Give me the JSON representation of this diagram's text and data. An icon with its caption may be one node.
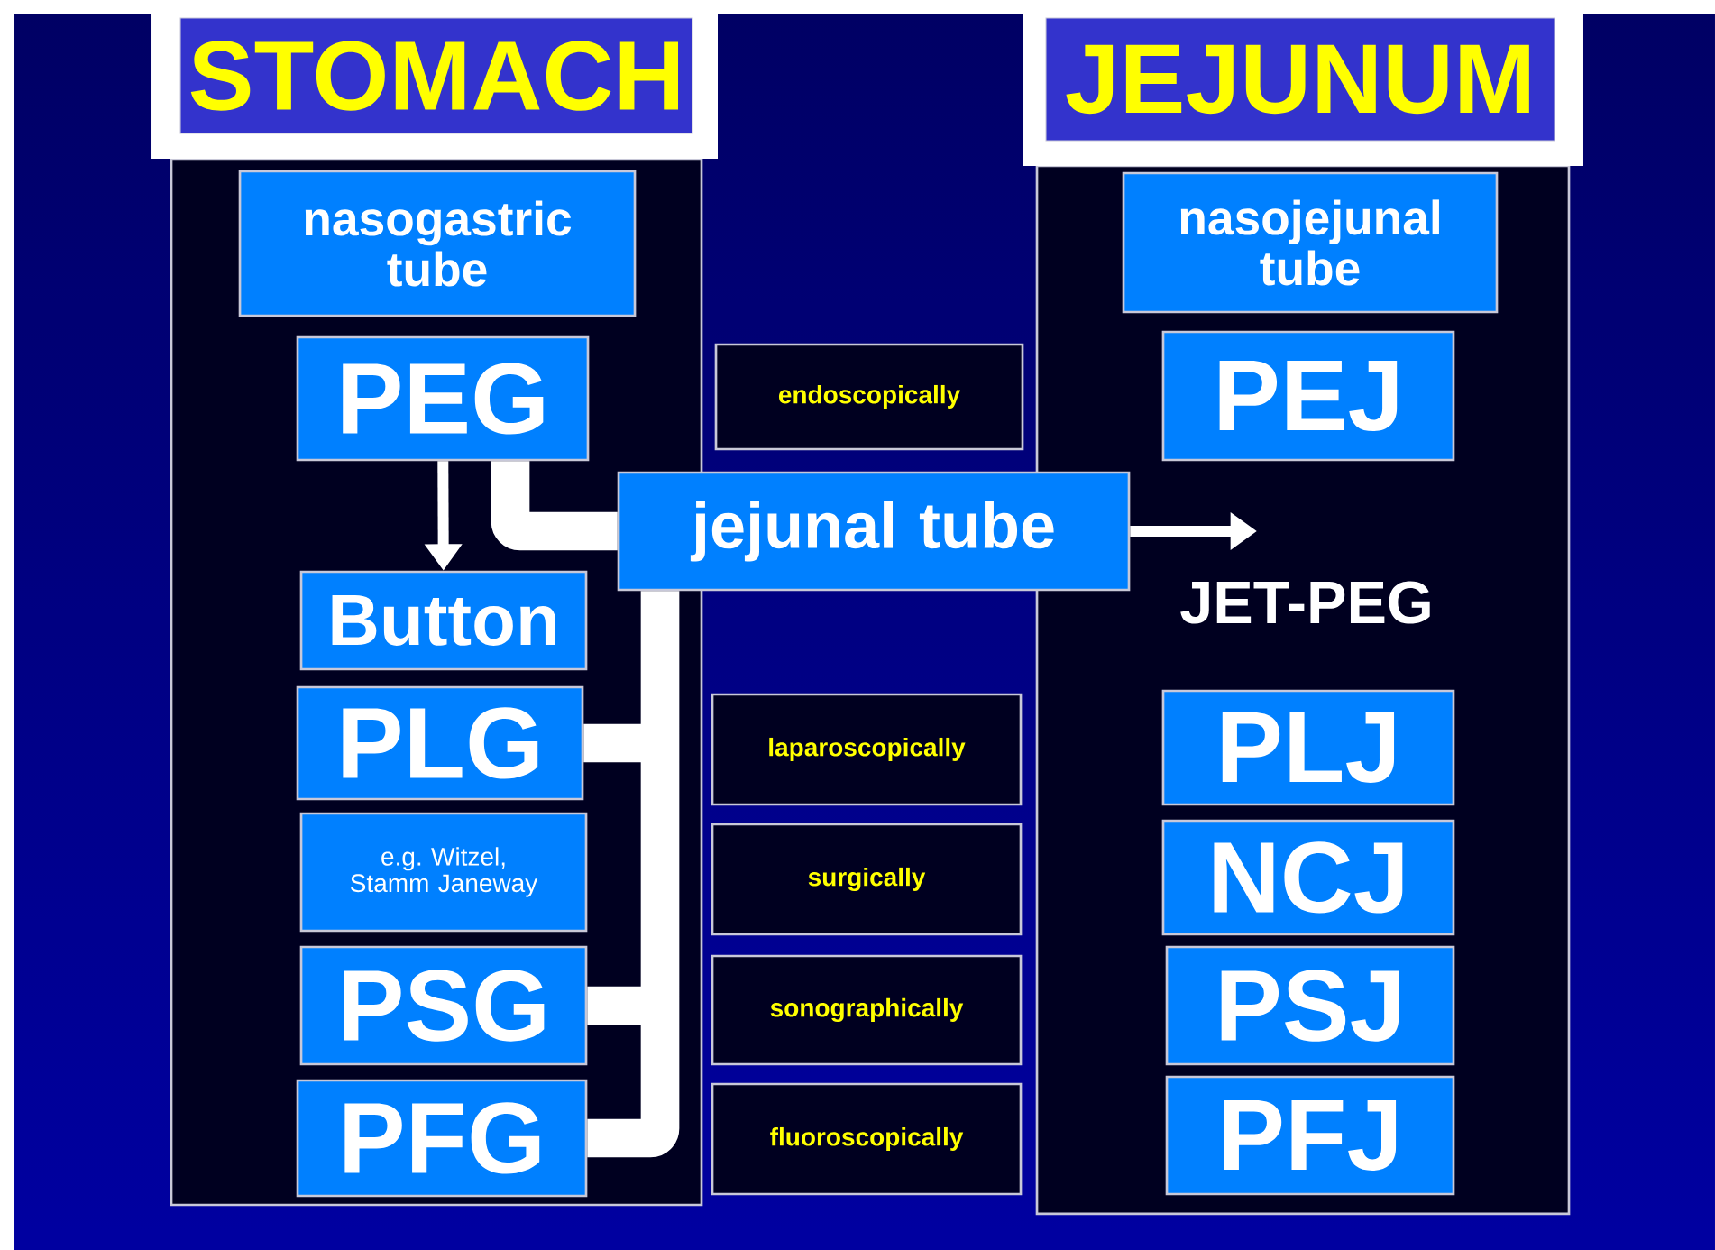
{
  "diagram": {
    "nodes": [
      {
        "text": [
          "STOMACH"
        ]
      },
      {
        "text": [
          "nasogastric tube"
        ],
        "in": 0
      },
      {
        "text": [
          "PEG"
        ],
        "in": 0
      },
      {
        "text": [
          "Button"
        ],
        "in": 0
      },
      {
        "text": [
          "PLG"
        ],
        "in": 0
      },
      {
        "text": [
          "e.g. Witzel, Stamm Janeway"
        ],
        "in": 0
      },
      {
        "text": [
          "PSG"
        ],
        "in": 0
      },
      {
        "text": [
          "PFG"
        ],
        "in": 0
      },
      {
        "text": [
          "JEJUNUM"
        ]
      },
      {
        "text": [
          "nasojejunal tube"
        ],
        "in": 8
      },
      {
        "text": [
          "PEJ"
        ],
        "in": 8
      },
      {
        "text": [
          "jejunal tube"
        ]
      },
      {
        "text": [
          "JET-PEG"
        ],
        "in": 8
      },
      {
        "text": [
          "PLJ"
        ],
        "in": 8
      },
      {
        "text": [
          "NCJ"
        ],
        "in": 8
      },
      {
        "text": [
          "PSJ"
        ],
        "in": 8
      },
      {
        "text": [
          "PFJ"
        ],
        "in": 8
      },
      {
        "text": [
          "endoscopically"
        ]
      },
      {
        "text": [
          "laparoscopically"
        ]
      },
      {
        "text": [
          "surgically"
        ]
      },
      {
        "text": [
          "sonographically"
        ]
      },
      {
        "text": [
          "fluoroscopically"
        ]
      }
    ],
    "edges": [
      {
        "from": 2,
        "to": 3,
        "arrow": "to"
      },
      {
        "from": 2,
        "to": 11,
        "arrow": "none"
      },
      {
        "from": 4,
        "to": 11,
        "arrow": "none"
      },
      {
        "from": 6,
        "to": 11,
        "arrow": "none"
      },
      {
        "from": 7,
        "to": 11,
        "arrow": "none"
      },
      {
        "from": 11,
        "to": 12,
        "arrow": "to"
      }
    ]
  }
}
